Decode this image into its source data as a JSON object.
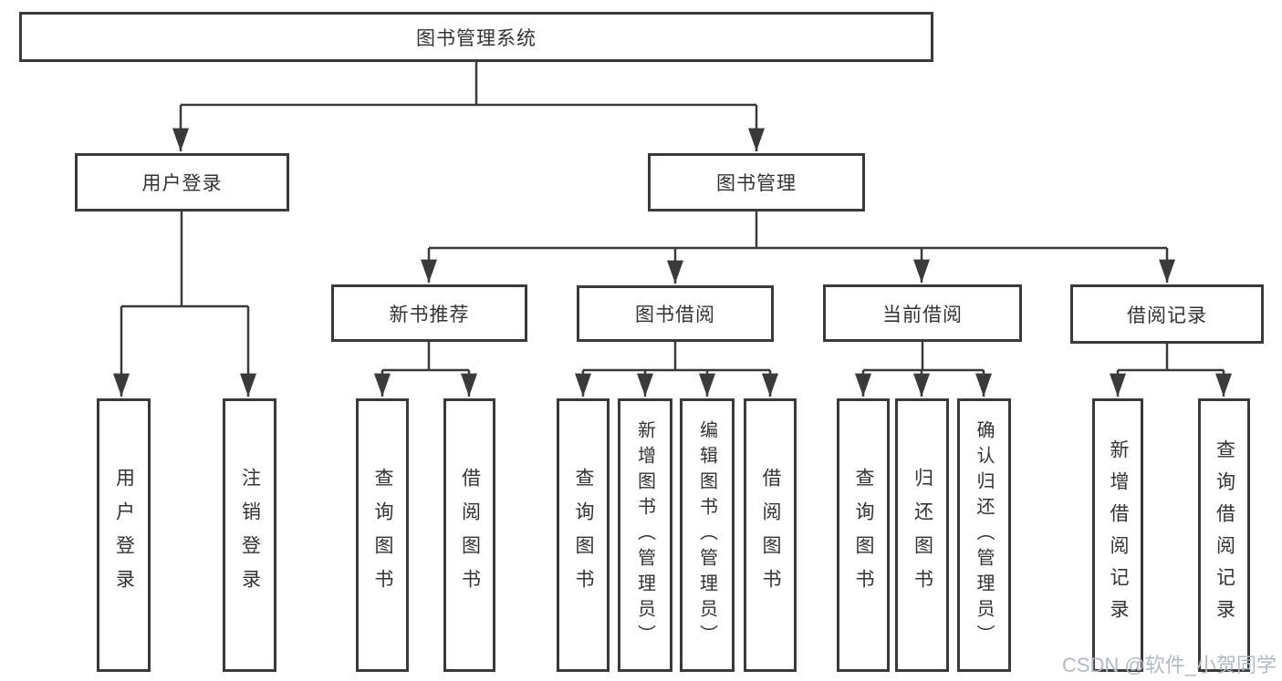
{
  "title": "图书管理系统",
  "tree": {
    "label": "图书管理系统",
    "children": [
      {
        "label": "用户登录",
        "children": [
          {
            "label": "用户登录"
          },
          {
            "label": "注销登录"
          }
        ]
      },
      {
        "label": "图书管理",
        "children": [
          {
            "label": "新书推荐",
            "children": [
              {
                "label": "查询图书"
              },
              {
                "label": "借阅图书"
              }
            ]
          },
          {
            "label": "图书借阅",
            "children": [
              {
                "label": "查询图书"
              },
              {
                "label": "新增图书（管理员）"
              },
              {
                "label": "编辑图书（管理员）"
              },
              {
                "label": "借阅图书"
              }
            ]
          },
          {
            "label": "当前借阅",
            "children": [
              {
                "label": "查询图书"
              },
              {
                "label": "归还图书"
              },
              {
                "label": "确认归还（管理员）"
              }
            ]
          },
          {
            "label": "借阅记录",
            "children": [
              {
                "label": "新增借阅记录"
              },
              {
                "label": "查询借阅记录"
              }
            ]
          }
        ]
      }
    ]
  },
  "watermark": "CSDN @软件_小贺同学",
  "colors": {
    "line": "#3a3a3a",
    "text": "#333333",
    "watermark": "#b5b9c0",
    "background": "#ffffff"
  }
}
